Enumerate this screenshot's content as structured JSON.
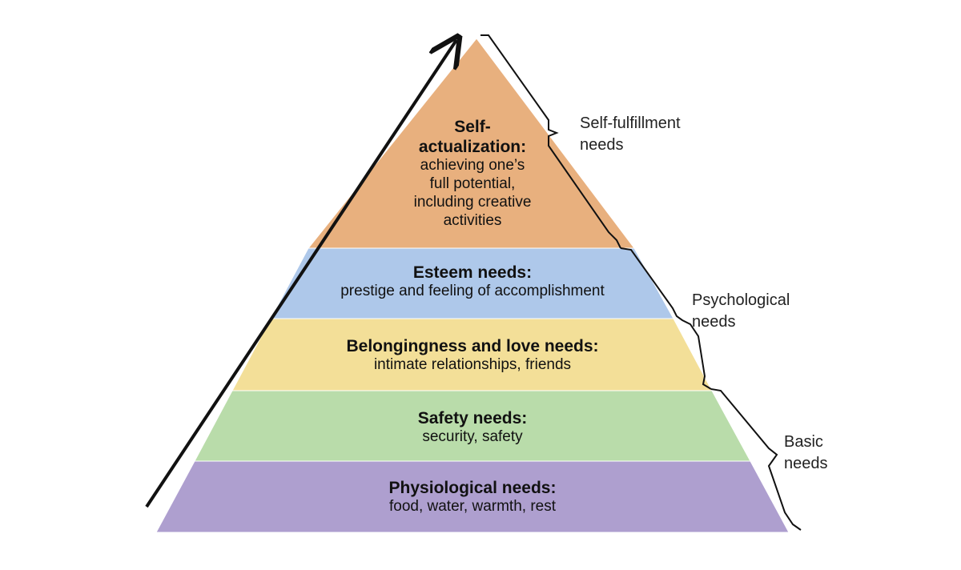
{
  "levels": {
    "self_actualization": {
      "title": "Self-actualization:",
      "title_line1": "Self-",
      "title_line2": "actualization:",
      "desc_lines": [
        "achieving one’s",
        "full potential,",
        "including creative",
        "activities"
      ],
      "color": "#e8b07e"
    },
    "esteem": {
      "title": "Esteem needs:",
      "desc": "prestige and feeling of accomplishment",
      "color": "#aec8ea"
    },
    "belonging": {
      "title": "Belongingness and love needs:",
      "desc": "intimate relationships, friends",
      "color": "#f3df98"
    },
    "safety": {
      "title": "Safety needs:",
      "desc": "security, safety",
      "color": "#b9dcaa"
    },
    "physiological": {
      "title": "Physiological needs:",
      "desc": "food, water, warmth, rest",
      "color": "#ae9fcf"
    }
  },
  "groups": {
    "self_fulfillment": {
      "line1": "Self-fulfillment",
      "line2": "needs"
    },
    "psychological": {
      "line1": "Psychological",
      "line2": "needs"
    },
    "basic": {
      "line1": "Basic",
      "line2": "needs"
    }
  },
  "colors": {
    "outline": "#111111",
    "background": "#ffffff"
  }
}
